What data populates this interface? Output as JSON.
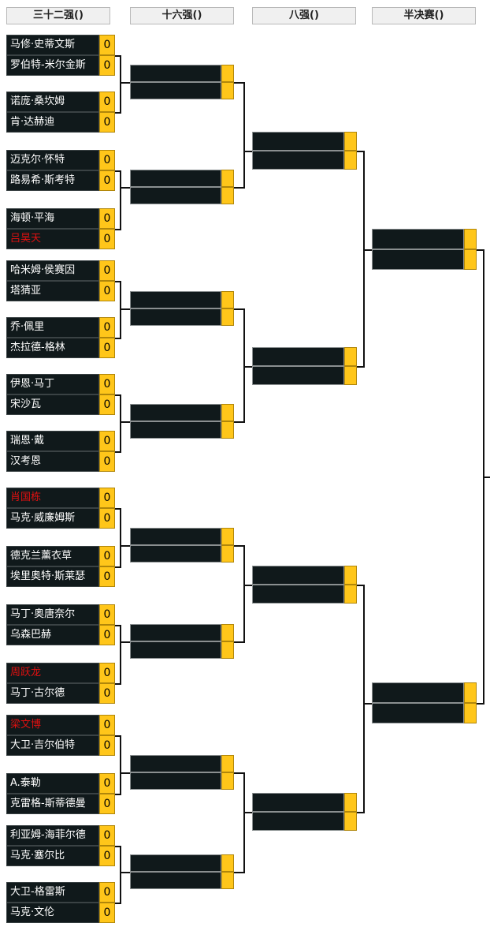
{
  "headers": [
    "三十二强()",
    "十六强()",
    "八强()",
    "半决赛()"
  ],
  "round32": [
    {
      "name": "马修·史蒂文斯",
      "score": "0",
      "red": false
    },
    {
      "name": "罗伯特-米尔金斯",
      "score": "0",
      "red": false
    },
    {
      "name": "诺庞·桑坎姆",
      "score": "0",
      "red": false
    },
    {
      "name": "肯·达赫迪",
      "score": "0",
      "red": false
    },
    {
      "name": "迈克尔·怀特",
      "score": "0",
      "red": false
    },
    {
      "name": "路易希·斯考特",
      "score": "0",
      "red": false
    },
    {
      "name": "海顿·平海",
      "score": "0",
      "red": false
    },
    {
      "name": "吕昊天",
      "score": "0",
      "red": true
    },
    {
      "name": "哈米姆·侯赛因",
      "score": "0",
      "red": false
    },
    {
      "name": "塔猜亚",
      "score": "0",
      "red": false
    },
    {
      "name": "乔·佩里",
      "score": "0",
      "red": false
    },
    {
      "name": "杰拉德-格林",
      "score": "0",
      "red": false
    },
    {
      "name": "伊恩·马丁",
      "score": "0",
      "red": false
    },
    {
      "name": "宋沙瓦",
      "score": "0",
      "red": false
    },
    {
      "name": "瑞恩·戴",
      "score": "0",
      "red": false
    },
    {
      "name": "汉考恩",
      "score": "0",
      "red": false
    },
    {
      "name": "肖国栋",
      "score": "0",
      "red": true
    },
    {
      "name": "马克·威廉姆斯",
      "score": "0",
      "red": false
    },
    {
      "name": "德克兰薰衣草",
      "score": "0",
      "red": false
    },
    {
      "name": "埃里奥特·斯莱瑟",
      "score": "0",
      "red": false
    },
    {
      "name": "马丁·奥唐奈尔",
      "score": "0",
      "red": false
    },
    {
      "name": "乌森巴赫",
      "score": "0",
      "red": false
    },
    {
      "name": "周跃龙",
      "score": "0",
      "red": true
    },
    {
      "name": "马丁·古尔德",
      "score": "0",
      "red": false
    },
    {
      "name": "梁文博",
      "score": "0",
      "red": true
    },
    {
      "name": "大卫·吉尔伯特",
      "score": "0",
      "red": false
    },
    {
      "name": "A.泰勒",
      "score": "0",
      "red": false
    },
    {
      "name": "克雷格-斯蒂德曼",
      "score": "0",
      "red": false
    },
    {
      "name": "利亚姆-海菲尔德",
      "score": "0",
      "red": false
    },
    {
      "name": "马克·塞尔比",
      "score": "0",
      "red": false
    },
    {
      "name": "大卫-格雷斯",
      "score": "0",
      "red": false
    },
    {
      "name": "马克·文伦",
      "score": "0",
      "red": false
    }
  ]
}
